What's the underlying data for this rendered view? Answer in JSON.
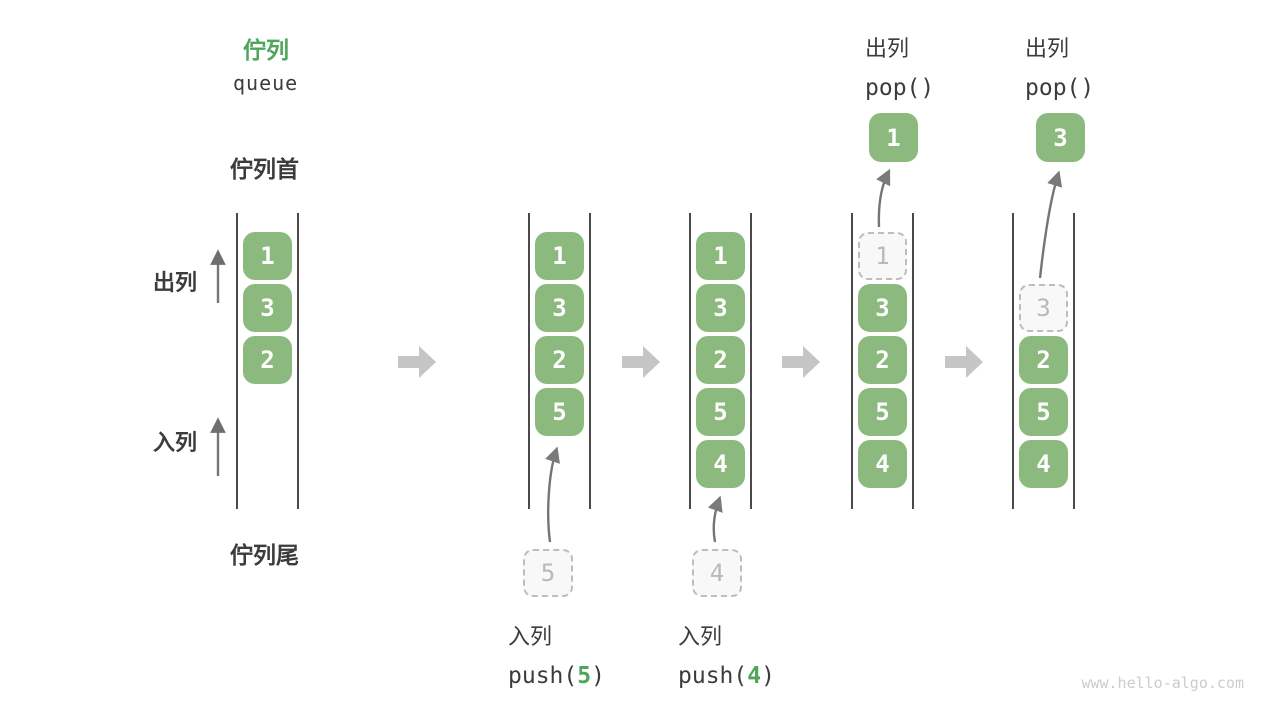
{
  "title": {
    "zh": "佇列",
    "en": "queue"
  },
  "labels": {
    "front": "佇列首",
    "rear": "佇列尾",
    "dequeue": "出列",
    "enqueue": "入列"
  },
  "stages": [
    {
      "name": "initial",
      "cells": [
        {
          "value": "1",
          "style": "solid"
        },
        {
          "value": "3",
          "style": "solid"
        },
        {
          "value": "2",
          "style": "solid"
        }
      ]
    },
    {
      "name": "after-push-5",
      "cells": [
        {
          "value": "1",
          "style": "solid"
        },
        {
          "value": "3",
          "style": "solid"
        },
        {
          "value": "2",
          "style": "solid"
        },
        {
          "value": "5",
          "style": "solid"
        }
      ],
      "incoming": {
        "value": "5"
      },
      "operation": {
        "action": "入列",
        "fn": "push(",
        "arg": "5",
        "close": ")"
      }
    },
    {
      "name": "after-push-4",
      "cells": [
        {
          "value": "1",
          "style": "solid"
        },
        {
          "value": "3",
          "style": "solid"
        },
        {
          "value": "2",
          "style": "solid"
        },
        {
          "value": "5",
          "style": "solid"
        },
        {
          "value": "4",
          "style": "solid"
        }
      ],
      "incoming": {
        "value": "4"
      },
      "operation": {
        "action": "入列",
        "fn": "push(",
        "arg": "4",
        "close": ")"
      }
    },
    {
      "name": "after-pop-1",
      "cells": [
        {
          "value": "1",
          "style": "ghost"
        },
        {
          "value": "3",
          "style": "solid"
        },
        {
          "value": "2",
          "style": "solid"
        },
        {
          "value": "5",
          "style": "solid"
        },
        {
          "value": "4",
          "style": "solid"
        }
      ],
      "popped": {
        "value": "1"
      },
      "operation": {
        "action": "出列",
        "code": "pop()"
      }
    },
    {
      "name": "after-pop-3",
      "cells": [
        {
          "value": "3",
          "style": "ghost"
        },
        {
          "value": "2",
          "style": "solid"
        },
        {
          "value": "5",
          "style": "solid"
        },
        {
          "value": "4",
          "style": "solid"
        }
      ],
      "popped": {
        "value": "3"
      },
      "operation": {
        "action": "出列",
        "code": "pop()"
      }
    }
  ],
  "watermark": "www.hello-algo.com",
  "colors": {
    "green_box": "#8cb97d",
    "green_accent": "#4ea65a",
    "text_dark": "#3c3c3c",
    "line_dark": "#4a4a4a",
    "arrow_gray": "#c5c5c5",
    "arrow_thin": "#757575",
    "ghost_border": "#bdbdbd",
    "ghost_bg": "#f8f8f8",
    "ghost_text": "#b9b9b9",
    "watermark": "#cccccc"
  }
}
